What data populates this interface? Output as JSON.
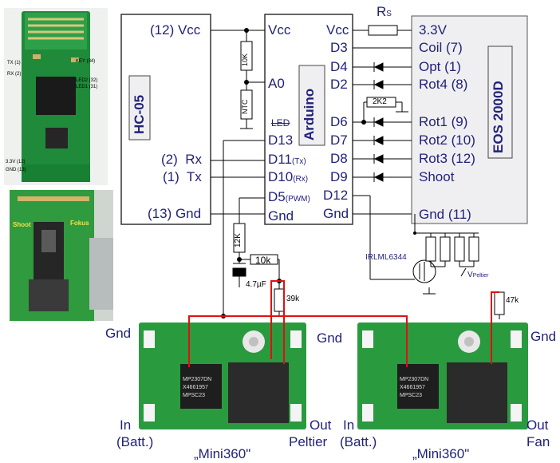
{
  "hc05": {
    "title": "HC-05",
    "pins": {
      "vcc": "(12) Vcc",
      "rx": "(2)  Rx",
      "tx": "(1)  Tx",
      "gnd": "(13) Gnd"
    }
  },
  "arduino": {
    "title": "Arduino",
    "left_pins": {
      "vcc": "Vcc",
      "a0": "A0",
      "led": "LED",
      "d13": "D13",
      "d11": "D11",
      "d11_sub": "(Tx)",
      "d10": "D10",
      "d10_sub": "(Rx)",
      "d5": "D5",
      "d5_sub": "(PWM)",
      "gnd": "Gnd"
    },
    "right_pins": {
      "vcc": "Vcc",
      "d3": "D3",
      "d4": "D4",
      "d2": "D2",
      "d6": "D6",
      "d7": "D7",
      "d8": "D8",
      "d9": "D9",
      "d12": "D12",
      "gnd": "Gnd"
    }
  },
  "eos": {
    "title": "EOS 2000D",
    "pins": {
      "v33": "3.3V",
      "coil": "Coil (7)",
      "opt": "Opt (1)",
      "rot4": "Rot4 (8)",
      "rot1": "Rot1 (9)",
      "rot2": "Rot2 (10)",
      "rot3": "Rot3 (12)",
      "shoot": "Shoot",
      "gnd": "Gnd (11)"
    }
  },
  "components": {
    "rs": "R",
    "rs_sub": "S",
    "r10k_v": "10K",
    "ntc": "NTC",
    "r2k2": "2K2",
    "r12k": "12K",
    "r10k_h": "10k",
    "cap": "4.7µF",
    "r39k": "39k",
    "r47k": "47k",
    "mosfet": "IRLML6344",
    "vpeltier": "V",
    "vpeltier_sub": "Peltier"
  },
  "modules": {
    "left": {
      "gnd": "Gnd",
      "in1": "In",
      "in2": "(Batt.)",
      "out1": "Out",
      "out2": "Peltier",
      "caption": "„Mini360\""
    },
    "right": {
      "gnd": "Gnd",
      "gnd2": "Gnd",
      "in1": "In",
      "in2": "(Batt.)",
      "out1": "Out",
      "out2": "Fan",
      "caption": "„Mini360\""
    }
  },
  "photos": {
    "bt_pins": {
      "tx": "TX (1)",
      "rx": "RX (2)",
      "key": "KEY (34)",
      "led2": "LED2 (32)",
      "led1": "LED1 (31)",
      "v33": "3.3V (12)",
      "gnd": "GND (13)"
    },
    "jack": {
      "shoot": "Shoot",
      "fokus": "Fokus"
    },
    "chip_marking": [
      "MP2307DN",
      "X4661957",
      "MPSC23"
    ]
  }
}
